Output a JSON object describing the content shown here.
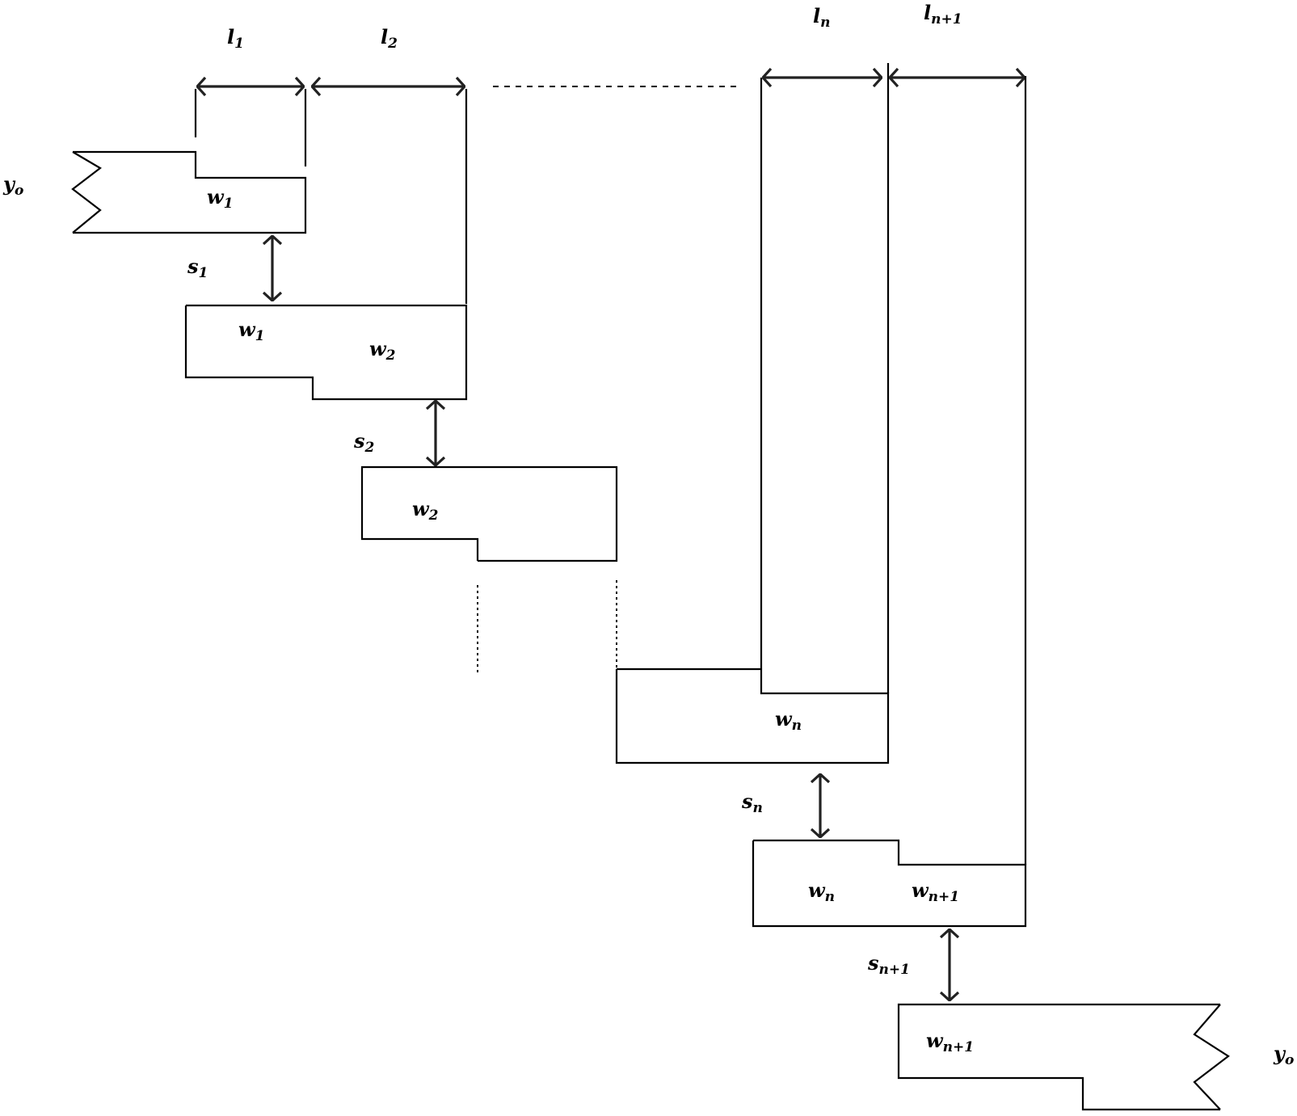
{
  "labels": {
    "l1": {
      "base": "l",
      "sub": "1"
    },
    "l2": {
      "base": "l",
      "sub": "2"
    },
    "ln": {
      "base": "l",
      "sub": "n"
    },
    "ln1": {
      "base": "l",
      "sub": "n+1"
    },
    "yo_left": {
      "base": "y",
      "sub": "o"
    },
    "yo_right": {
      "base": "y",
      "sub": "o"
    },
    "w1_a": {
      "base": "w",
      "sub": "1"
    },
    "w1_b": {
      "base": "w",
      "sub": "1"
    },
    "w2_a": {
      "base": "w",
      "sub": "2"
    },
    "w2_b": {
      "base": "w",
      "sub": "2"
    },
    "wn_a": {
      "base": "w",
      "sub": "n"
    },
    "wn_b": {
      "base": "w",
      "sub": "n"
    },
    "wn1_a": {
      "base": "w",
      "sub": "n+1"
    },
    "wn1_b": {
      "base": "w",
      "sub": "n+1"
    },
    "s1": {
      "base": "s",
      "sub": "1"
    },
    "s2": {
      "base": "s",
      "sub": "2"
    },
    "sn": {
      "base": "s",
      "sub": "n"
    },
    "sn1": {
      "base": "s",
      "sub": "n+1"
    }
  }
}
